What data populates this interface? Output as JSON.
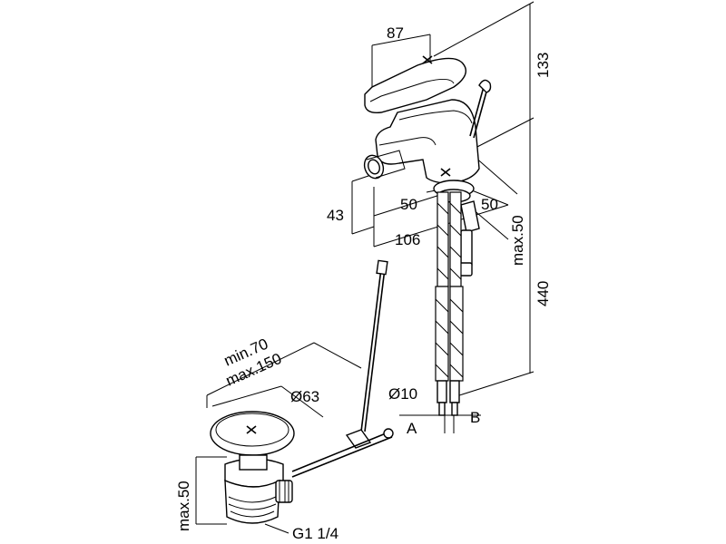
{
  "dimensions": {
    "handle_width": "87",
    "top_height": "133",
    "spout_height": "43",
    "spout_offset": "50",
    "rear_offset": "50",
    "spout_reach": "106",
    "max_rear": "max.50",
    "hose_length": "440",
    "hose_diameter": "Ø10",
    "connection_a": "A",
    "connection_b": "B",
    "rod_min": "min.70",
    "rod_max": "max.150",
    "plug_diameter": "Ø63",
    "waste_height": "max.50",
    "thread": "G1 1/4"
  }
}
